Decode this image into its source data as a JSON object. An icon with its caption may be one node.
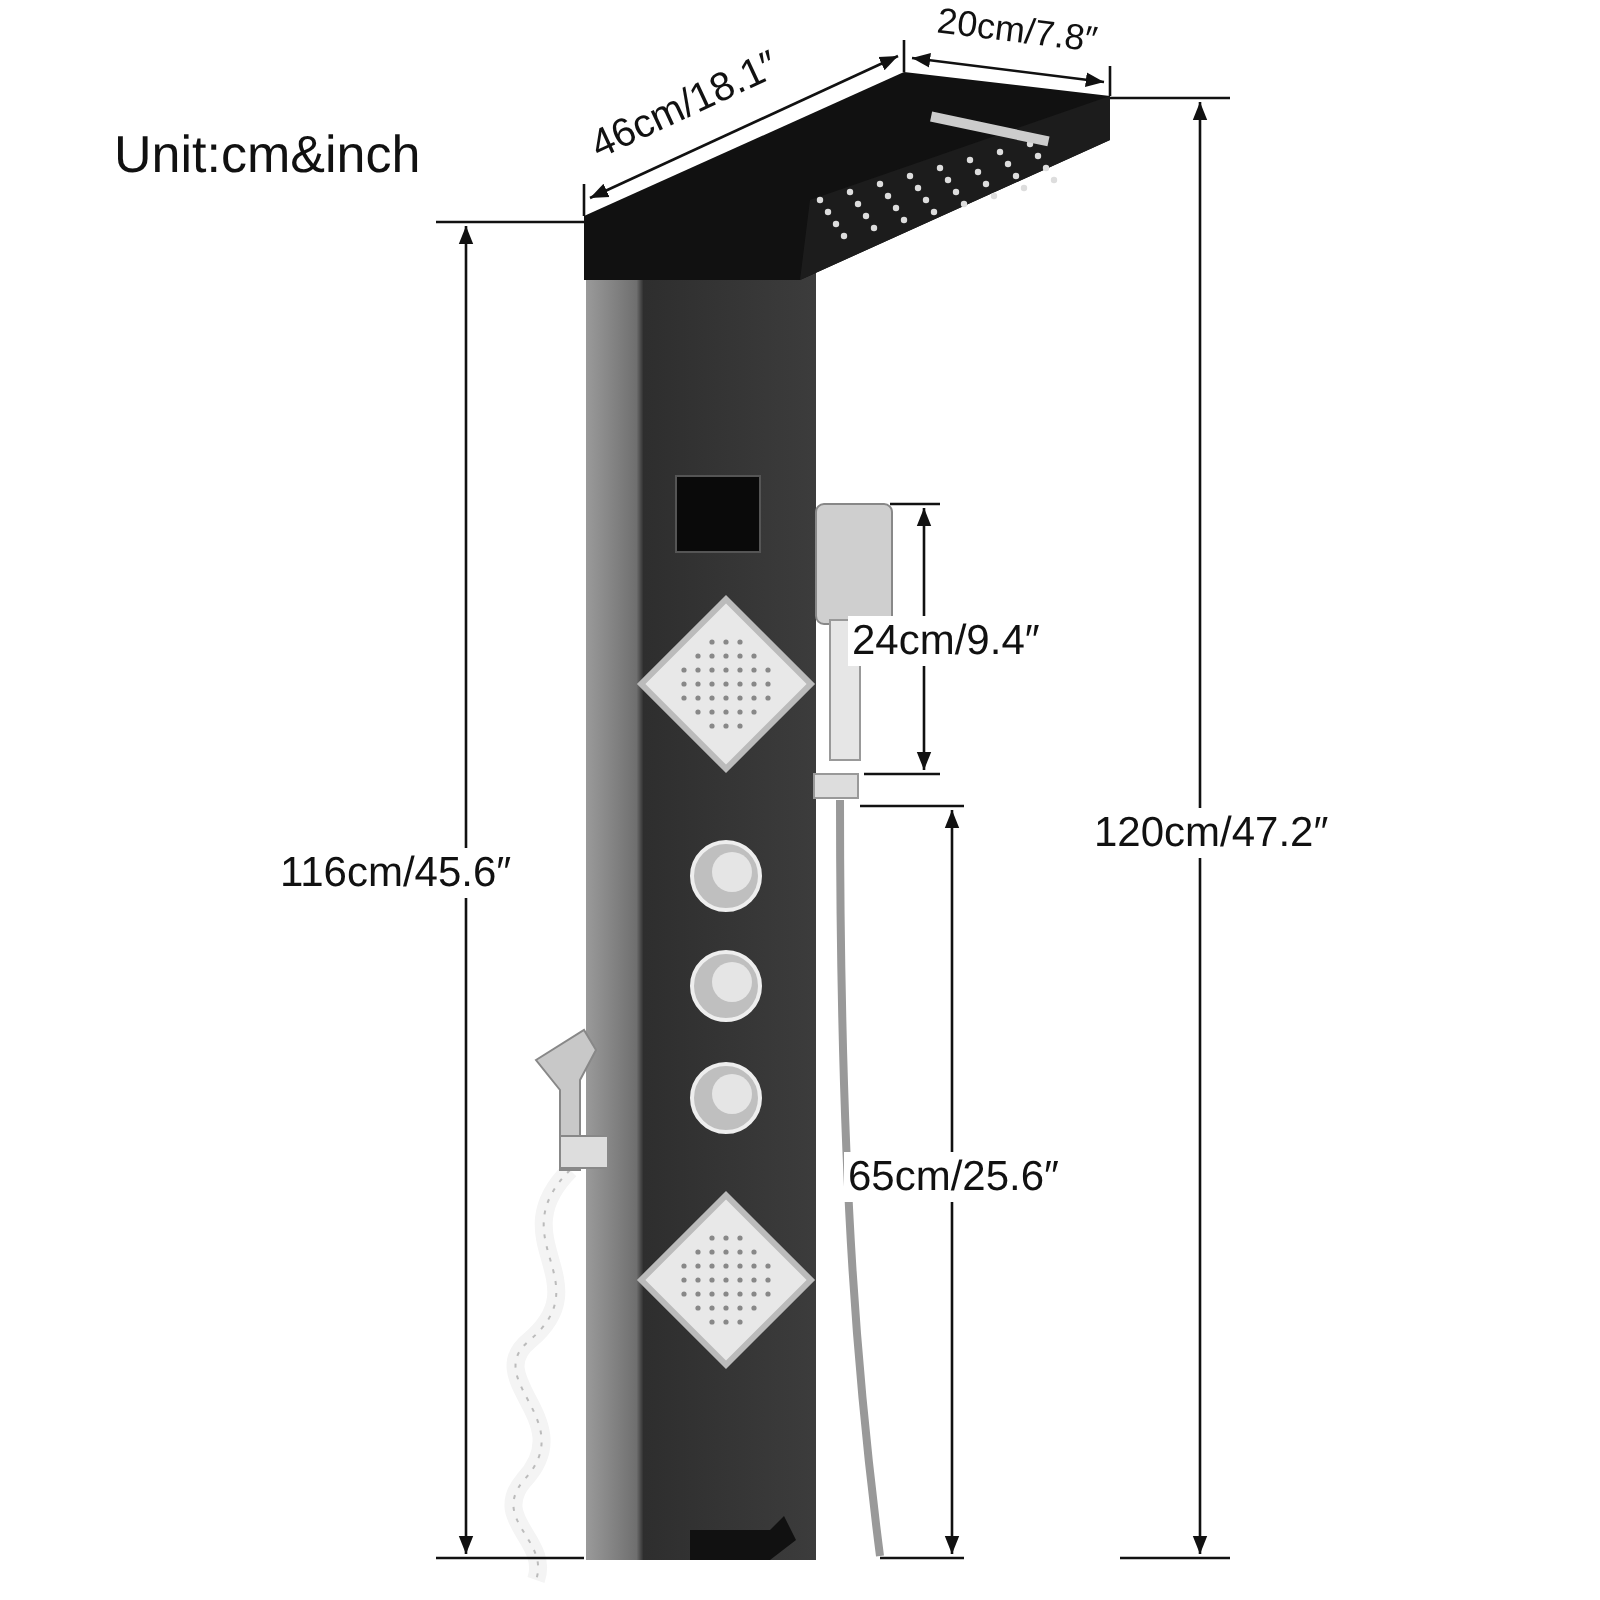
{
  "diagram": {
    "labels": [
      "Unit:cm&inch",
      "46cm/18.1″",
      "20cm/7.8″",
      "24cm/9.4″",
      "116cm/45.6″",
      "120cm/47.2″",
      "65cm/25.6″"
    ]
  }
}
